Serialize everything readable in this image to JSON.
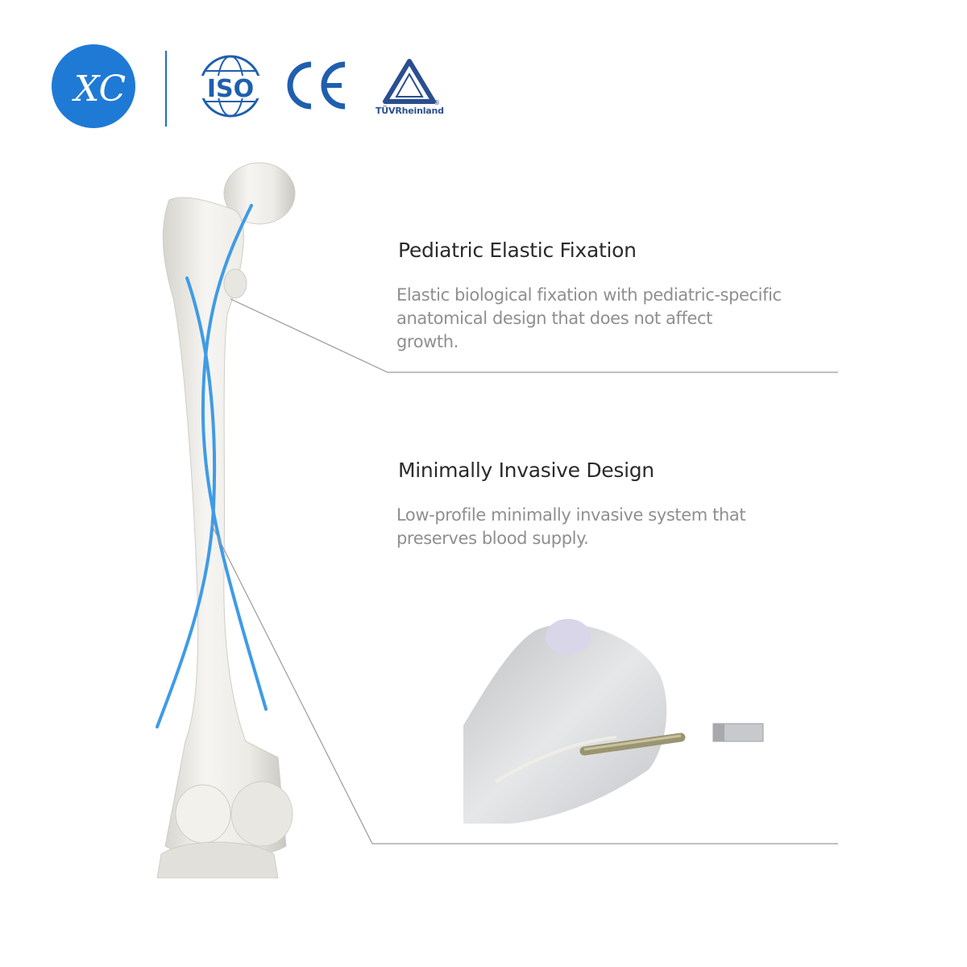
{
  "header": {
    "brand_logo": {
      "letters": "XC",
      "icon": "xc-brand-logo",
      "color": "#1f7ad6"
    },
    "certifications": [
      {
        "name": "ISO",
        "icon": "iso-globe-logo",
        "color": "#1f5fae"
      },
      {
        "name": "CE",
        "icon": "ce-mark-logo",
        "color": "#1f5fae"
      },
      {
        "name": "TÜVRheinland",
        "icon": "tuv-triangle-logo",
        "color": "#2a4f8f"
      }
    ]
  },
  "illustration": {
    "femur_icon": "femur-bone-illustration",
    "rod_color": "#3f9be6",
    "inset_icon": "bone-end-closeup-illustration"
  },
  "features": [
    {
      "title": "Pediatric Elastic Fixation",
      "lines": [
        "Elastic biological fixation with pediatric-specific",
        "anatomical design that does not affect",
        "growth."
      ]
    },
    {
      "title": "Minimally Invasive Design",
      "lines": [
        "Low-profile minimally invasive system that",
        "preserves blood supply."
      ]
    }
  ]
}
